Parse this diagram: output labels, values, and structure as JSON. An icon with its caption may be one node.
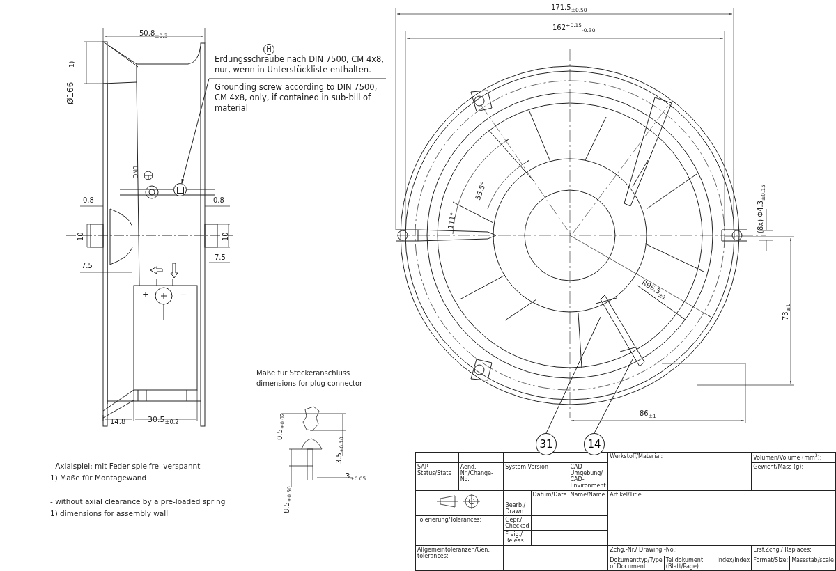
{
  "diagram": {
    "nodes": [
      {
        "text": [
          "Erdungsschraube nach DIN 7500, CM 4x8, nur, wenn in Unterstückliste enthalten.",
          "Grounding screw according to DIN 7500, CM 4x8, only, if contained in sub-bill of material"
        ]
      },
      {
        "text": [],
        "shape": "circle"
      },
      {
        "text": [
          "31"
        ]
      },
      {
        "text": [
          "14"
        ]
      }
    ],
    "edges": [
      {
        "from": 0,
        "to": 1,
        "arrow": "to"
      },
      {
        "from": 2,
        "to": null,
        "arrow": "none"
      },
      {
        "from": 3,
        "to": null,
        "arrow": "none"
      }
    ],
    "labels": [
      "H",
      "50.8$_{±0.3}$",
      "Ø166",
      "1)",
      "UNC",
      "0.8",
      "0.8",
      "10",
      "10",
      "7.5",
      "7.5",
      "+",
      "−",
      "14.8",
      "30.5$_{±0.2}$",
      "Maße für Steckeranschluss",
      "dimensions for plug connector",
      "0.5$_{±0.02}$",
      "3.5$_{±0.10}$",
      "3$_{±0.05}$",
      "8.5$_{±0.50}$",
      "- Axialspiel: mit Feder spielfrei verspannt",
      "1) Maße für Montagewand",
      "- without axial clearance by a pre-loaded spring",
      "1) dimensions for assembly wall",
      "171.5$_{±0.50}$",
      "162$^{+0.15}$$_{-0.30}$",
      "55.5°",
      "111°",
      "(8x) Φ4.3$_{±0.15}$",
      "R96.5$_{±1}$",
      "73$_{±1}$",
      "86$_{±1}$",
      "SAP-Status/State",
      "Aend.-Nr./Change-No.",
      "System-Version",
      "CAD-Umgebung/ CAD-Environment",
      "Werkstoff/Material:",
      "Volumen/Volume (mm$^{3}$):",
      "Datum/Date",
      "Name/Name",
      "Gewicht/Mass (g):",
      "Bearb./ Drawn",
      "Artikel/Title",
      "Tolerierung/Tolerances:",
      "Gepr./ Checked",
      "Freig./ Releas.",
      "Allgemeintoleranzen/Gen. tolerances:",
      "Zchg.-Nr./ Drawing.-No.:",
      "Ersf.Zchg./ Replaces:",
      "Dokumenttyp/Type of Document",
      "Teildokument (Blatt/Page)",
      "Index/Index",
      "Format/Size:",
      "Massstab/scale"
    ]
  }
}
